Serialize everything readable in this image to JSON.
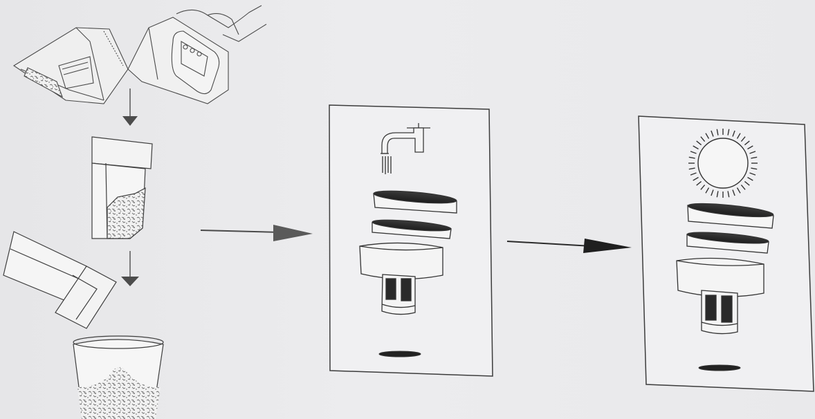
{
  "diagram": {
    "steps": [
      {
        "name": "empty-dust-bin",
        "icons": [
          "handheld-vacuum-icon",
          "dust-container-icon",
          "pour-dust-icon",
          "waste-bin-icon"
        ]
      },
      {
        "name": "wash-filters",
        "icons": [
          "water-tap-icon",
          "filter-cover-icon",
          "filter-sponge-icon",
          "filter-housing-icon",
          "filter-seal-icon"
        ]
      },
      {
        "name": "dry-filters",
        "icons": [
          "sun-icon",
          "filter-cover-icon",
          "filter-sponge-icon",
          "filter-housing-icon",
          "filter-seal-icon"
        ]
      }
    ],
    "colors": {
      "background": "#ebebed",
      "line": "#3a3a3a",
      "arrow": "#2b2b2b",
      "panel_border": "#3c3c3c"
    }
  }
}
